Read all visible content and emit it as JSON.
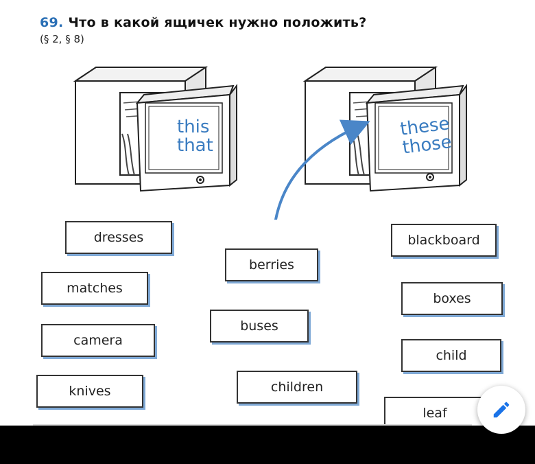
{
  "exercise": {
    "number": "69.",
    "question": "Что в какой ящичек нужно положить?",
    "refs": "(§ 2,  § 8)"
  },
  "drawers": [
    {
      "line1": "this",
      "line2": "that"
    },
    {
      "line1": "these",
      "line2": "those"
    }
  ],
  "words": {
    "dresses": "dresses",
    "matches": "matches",
    "camera": "camera",
    "knives": "knives",
    "berries": "berries",
    "buses": "buses",
    "children": "children",
    "blackboard": "blackboard",
    "boxes": "boxes",
    "child": "child",
    "leaf": "leaf"
  },
  "colors": {
    "accent": "#2a6fb5",
    "arrow": "#4a86c8",
    "card_shadow": "#7fa9d6"
  },
  "icons": {
    "edit_button": "pencil-icon"
  }
}
